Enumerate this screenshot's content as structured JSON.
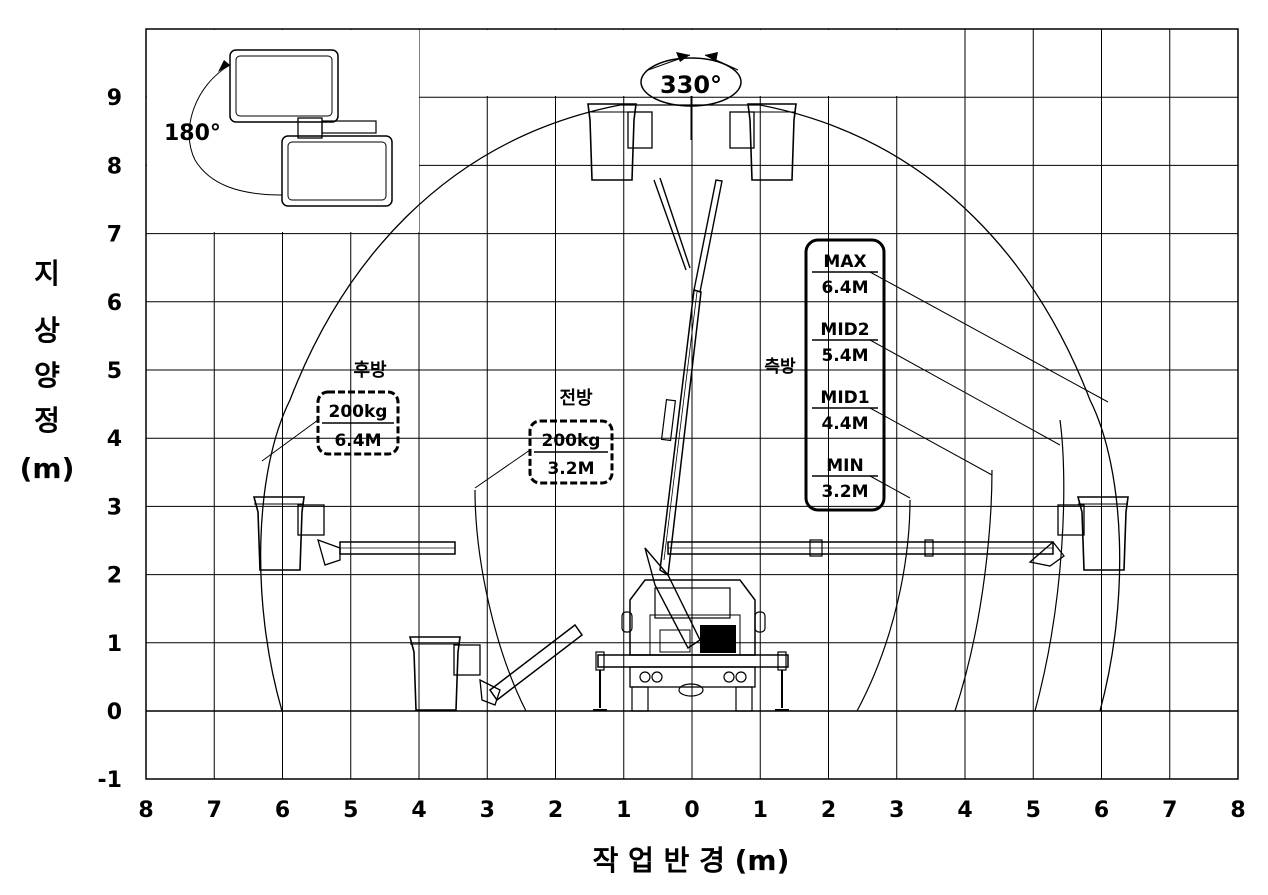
{
  "axes": {
    "y_title_lines": [
      "지",
      "상",
      "양",
      "정",
      "(m)"
    ],
    "x_title": "작 업 반 경 (m)",
    "y_ticks": [
      "9",
      "8",
      "7",
      "6",
      "5",
      "4",
      "3",
      "2",
      "1",
      "0",
      "-1"
    ],
    "x_ticks": [
      "8",
      "7",
      "6",
      "5",
      "4",
      "3",
      "2",
      "1",
      "0",
      "1",
      "2",
      "3",
      "4",
      "5",
      "6",
      "7",
      "8"
    ]
  },
  "rotation": {
    "platform_angle": "180°",
    "turret_angle": "330°"
  },
  "rear": {
    "label": "후방",
    "load": "200kg",
    "reach": "6.4M"
  },
  "front": {
    "label": "전방",
    "load": "200kg",
    "reach": "3.2M"
  },
  "side": {
    "label": "측방",
    "levels": [
      {
        "name": "MAX",
        "reach": "6.4M"
      },
      {
        "name": "MID2",
        "reach": "5.4M"
      },
      {
        "name": "MID1",
        "reach": "4.4M"
      },
      {
        "name": "MIN",
        "reach": "3.2M"
      }
    ]
  }
}
